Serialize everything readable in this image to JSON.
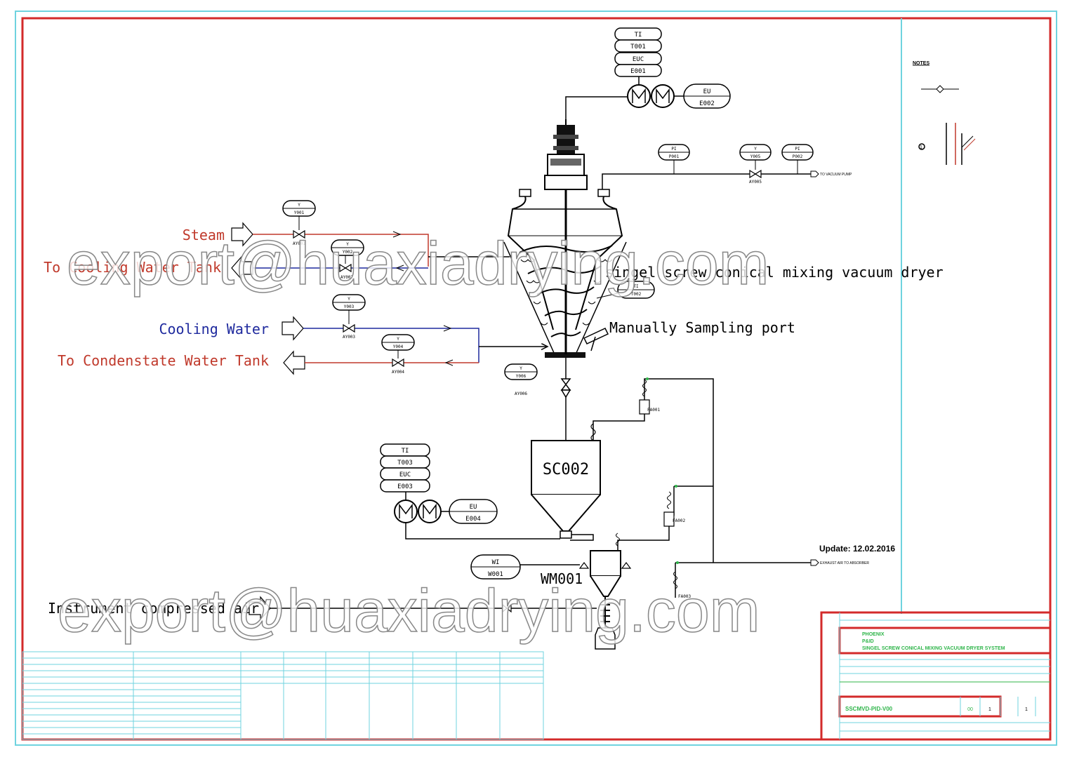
{
  "colors": {
    "frame": "#d32a2a",
    "aux": "#6fd3df",
    "line": "#000000",
    "steam": "#c0392b",
    "cooling": "#1f2a9e",
    "watermark": "#ffffff",
    "green": "#2fb54a"
  },
  "labels": {
    "steam": "Steam",
    "to_cooling_tank": "To Cooling Water Tank",
    "cooling_water": "Cooling Water",
    "to_condensate": "To Condenstate Water Tank",
    "dryer_name": "singel screw conical mixing vacuum dryer",
    "sampling": "Manually Sampling port",
    "sc002": "SC002",
    "wm001": "WM001",
    "instrument_air": "Instrument compressed air",
    "update": "Update: 12.02.2016",
    "notes": "NOTES",
    "note_1": "1",
    "to_vacuum": "TO VACUUM PUMP",
    "exhaust": "EXHAUST AIR TO ABSORBER"
  },
  "instruments": {
    "ti_top": "TI",
    "t001": "T001",
    "euc_top": "EUC",
    "e001": "E001",
    "eu_top": "EU",
    "e002": "E002",
    "pi1": "PI",
    "p001": "P001",
    "y5": "Y",
    "y005": "Y005",
    "pi2": "PI",
    "p002": "P002",
    "y1": "Y",
    "y001": "Y001",
    "y3": "Y",
    "y003": "Y003",
    "y4": "Y",
    "y004": "Y004",
    "y6": "Y",
    "y006": "Y006",
    "ti2": "TI",
    "t002": "T002",
    "ti_bot": "TI",
    "t003": "T003",
    "euc_bot": "EUC",
    "e003": "E003",
    "eu_bot": "EU",
    "e004": "E004",
    "wi": "WI",
    "w001": "W001"
  },
  "valves": {
    "ay001": "AY001",
    "ay002": "AY002",
    "ay003": "AY003",
    "ay004": "AY004",
    "ay005": "AY005",
    "ay006": "AY006"
  },
  "filters": {
    "fa001": "FA001",
    "fa002": "FA002",
    "fa003": "FA003"
  },
  "watermark": "export@huaxiadrying.com",
  "title_block": {
    "company": "PHOENIX",
    "doc_type": "P&ID",
    "system": "SINGEL SCREW CONICAL MIXING VACUUM DRYER SYSTEM",
    "drawing_no": "SSCMVD-PID-V00",
    "rev": "00",
    "sheet": "1",
    "sheets": "1"
  }
}
